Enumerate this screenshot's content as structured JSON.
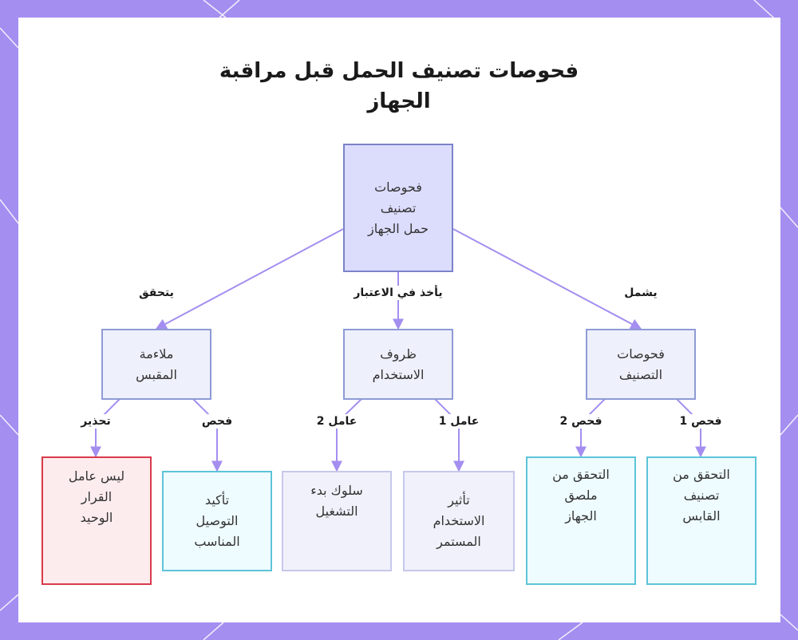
{
  "title": [
    "فحوصات تصنيف الحمل قبل مراقبة",
    "الجهاز"
  ],
  "colors": {
    "frame": "#a48ef0",
    "edge": "#a48ef0",
    "root_fill": "#dcdcfd",
    "warning_border": "#d93a4a",
    "leaf_border": "#5cc4d8"
  },
  "nodes": {
    "root": [
      "فحوصات",
      "تصنيف",
      "حمل الجهاز"
    ],
    "plug_fit": [
      "ملاءمة",
      "المقبس"
    ],
    "usage_conditions": [
      "ظروف",
      "الاستخدام"
    ],
    "classification_checks": [
      "فحوصات",
      "التصنيف"
    ],
    "not_sole_factor": [
      "ليس عامل",
      "القرار",
      "الوحيد"
    ],
    "confirm_connection": [
      "تأكيد",
      "التوصيل",
      "المناسب"
    ],
    "startup_behavior": [
      "سلوك بدء",
      "التشغيل"
    ],
    "continuous_use": [
      "تأثير",
      "الاستخدام",
      "المستمر"
    ],
    "device_label": [
      "التحقق من",
      "ملصق",
      "الجهاز"
    ],
    "plug_rating": [
      "التحقق من",
      "تصنيف",
      "القابس"
    ]
  },
  "edges": {
    "verifies": "يتحقق",
    "considers": "يأخذ في الاعتبار",
    "includes": "يشمل",
    "warning": "تحذير",
    "check": "فحص",
    "factor2": "عامل 2",
    "factor1": "عامل 1",
    "check2": "فحص 2",
    "check1": "فحص 1"
  }
}
